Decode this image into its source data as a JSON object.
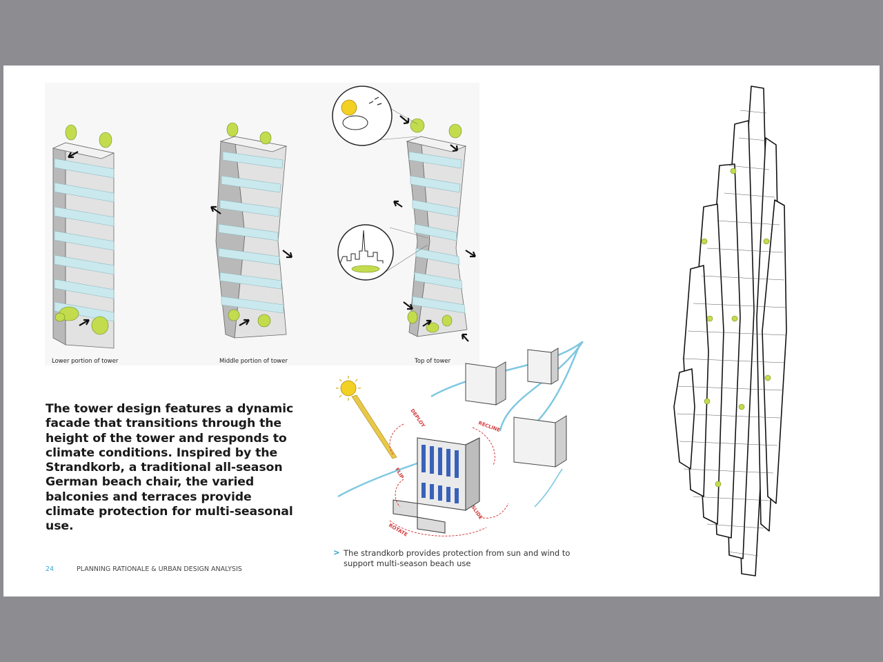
{
  "captions": {
    "lower": "Lower portion of tower",
    "middle": "Middle portion of tower",
    "top": "Top of tower"
  },
  "body_text": "The tower design features a dynamic facade that transitions through the height of the tower and responds to climate conditions. Inspired by the Strandkorb, a traditional all-season German beach chair, the varied balconies and terraces provide climate protection for multi-seasonal use.",
  "strandkorb": {
    "caption": "The strandkorb provides protection from sun and wind to support multi-season beach use",
    "labels": {
      "deploy": "DEPLOY",
      "recline": "RECLINE",
      "flip": "FLIP",
      "slide": "SLIDE",
      "rotate": "ROTATE"
    }
  },
  "footer": {
    "page_number": "24",
    "section_title": "PLANNING RATIONALE & URBAN DESIGN ANALYSIS"
  },
  "colors": {
    "accent_blue": "#3ba3d4",
    "greenery": "#c3dc4e",
    "glass": "#c9e9ee",
    "tower_grey": "#d6d6d6",
    "strandkorb_red": "#d43a3a"
  }
}
